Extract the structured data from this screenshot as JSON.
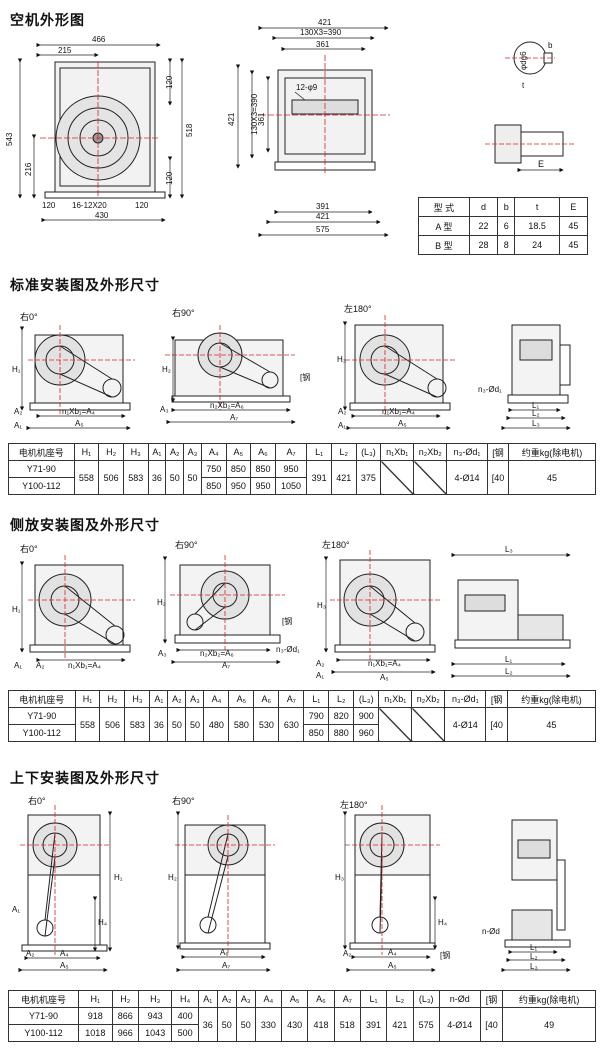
{
  "sections": {
    "outline": "空机外形图",
    "standard": "标准安装图及外形尺寸",
    "side": "侧放安装图及外形尺寸",
    "updown": "上下安装图及外形尺寸"
  },
  "outline_dims": {
    "front": {
      "w_total": "466",
      "w_half": "215",
      "h_total": "543",
      "h_low": "216",
      "h_r1": "120",
      "h_r2": "518",
      "h_r3": "120",
      "b1": "120",
      "b2": "16-12X20",
      "b3": "120",
      "b4": "430"
    },
    "flange": {
      "d1": "421",
      "d2": "130X3=390",
      "d3": "361",
      "bolt": "12-φ9",
      "v1": "421",
      "v2": "130X3=390",
      "v3": "361",
      "b1": "391",
      "b2": "421",
      "b3": "575"
    },
    "shaft": {
      "dg6": "φdg6",
      "b": "b",
      "t": "t",
      "E": "E"
    }
  },
  "shaft_table": {
    "header": [
      "型 式",
      "d",
      "b",
      "t",
      "E"
    ],
    "rows": [
      [
        "A 型",
        "22",
        "6",
        "18.5",
        "45"
      ],
      [
        "B 型",
        "28",
        "8",
        "24",
        "45"
      ]
    ]
  },
  "standard": {
    "views": [
      "右0°",
      "右90°",
      "左180°"
    ],
    "labels": {
      "H1": "H₁",
      "H2": "H₂",
      "H3": "H₃",
      "A1": "A₁",
      "A2": "A₂",
      "A3": "A₃",
      "A4": "A₄",
      "A5": "A₅",
      "A7": "A₇",
      "n1": "n₁Xb₁=A₄",
      "n2": "n₂Xb₂=A₆",
      "steel": "[钢",
      "bolt": "n₃-Ød₁",
      "L1": "L₁",
      "L2": "L₂",
      "L3": "L₃"
    },
    "header": [
      "电机机座号",
      "H₁",
      "H₂",
      "H₃",
      "A₁",
      "A₂",
      "A₃",
      "A₄",
      "A₅",
      "A₆",
      "A₇",
      "L₁",
      "L₂",
      "(L₃)",
      "n₁Xb₁",
      "n₂Xb₂",
      "n₃-Ød₁",
      "[钢",
      "约重kg(除电机)"
    ],
    "rows": [
      {
        "model": "Y71-90",
        "H1": "558",
        "H2": "506",
        "H3": "583",
        "A1": "36",
        "A2": "50",
        "A3": "50",
        "A4": "750",
        "A5": "850",
        "A6": "850",
        "A7": "950",
        "L1": "391",
        "L2": "421",
        "L3": "375",
        "n3": "4-Ø14",
        "steel": "[40",
        "weight": "45"
      },
      {
        "model": "Y100-112",
        "A4": "850",
        "A5": "950",
        "A6": "950",
        "A7": "1050"
      }
    ]
  },
  "side": {
    "views": [
      "右0°",
      "右90°",
      "左180°"
    ],
    "labels": {
      "H1": "H₁",
      "H2": "H₂",
      "H3": "H₃",
      "A1": "A₁",
      "A2": "A₂",
      "A3": "A₃",
      "A4": "A₄",
      "A5": "A₅",
      "A7": "A₇",
      "n1": "n₁Xb₁=A₄",
      "n2": "n₂Xb₂=A₆",
      "steel": "[钢",
      "bolt": "n₃-Ød₁",
      "L1": "L₁",
      "L2": "L₂",
      "L3": "L₃"
    },
    "header": [
      "电机机座号",
      "H₁",
      "H₂",
      "H₃",
      "A₁",
      "A₂",
      "A₃",
      "A₄",
      "A₅",
      "A₆",
      "A₇",
      "L₁",
      "L₂",
      "(L₃)",
      "n₁Xb₁",
      "n₂Xb₂",
      "n₃-Ød₁",
      "[钢",
      "约重kg(除电机)"
    ],
    "rows": [
      {
        "model": "Y71-90",
        "H1": "558",
        "H2": "506",
        "H3": "583",
        "A1": "36",
        "A2": "50",
        "A3": "50",
        "A4": "480",
        "A5": "580",
        "A6": "530",
        "A7": "630",
        "L1": "790",
        "L2": "820",
        "L3": "900",
        "n3": "4-Ø14",
        "steel": "[40",
        "weight": "45"
      },
      {
        "model": "Y100-112",
        "L1": "850",
        "L2": "880",
        "L3": "960"
      }
    ]
  },
  "updown": {
    "views": [
      "右0°",
      "右90°",
      "左180°"
    ],
    "labels": {
      "H1": "H₁",
      "H2": "H₂",
      "H3": "H₃",
      "H4": "H₄",
      "A1": "A₁",
      "A2": "A₂",
      "A4": "A₄",
      "A5": "A₅",
      "A6": "A₆",
      "A7": "A₇",
      "steel": "[钢",
      "bolt": "n-Ød",
      "L1": "L₁",
      "L2": "L₂",
      "L3": "L₃"
    },
    "header": [
      "电机机座号",
      "H₁",
      "H₂",
      "H₃",
      "H₄",
      "A₁",
      "A₂",
      "A₃",
      "A₄",
      "A₅",
      "A₆",
      "A₇",
      "L₁",
      "L₂",
      "(L₃)",
      "n-Ød",
      "[钢",
      "约重kg(除电机)"
    ],
    "rows": [
      {
        "model": "Y71-90",
        "H1": "918",
        "H2": "866",
        "H3": "943",
        "H4": "400",
        "A1": "36",
        "A2": "50",
        "A3": "50",
        "A4": "330",
        "A5": "430",
        "A6": "418",
        "A7": "518",
        "L1": "391",
        "L2": "421",
        "L3": "575",
        "n": "4-Ø14",
        "steel": "[40",
        "weight": "49"
      },
      {
        "model": "Y100-112",
        "H1": "1018",
        "H2": "966",
        "H3": "1043",
        "H4": "500"
      }
    ]
  }
}
